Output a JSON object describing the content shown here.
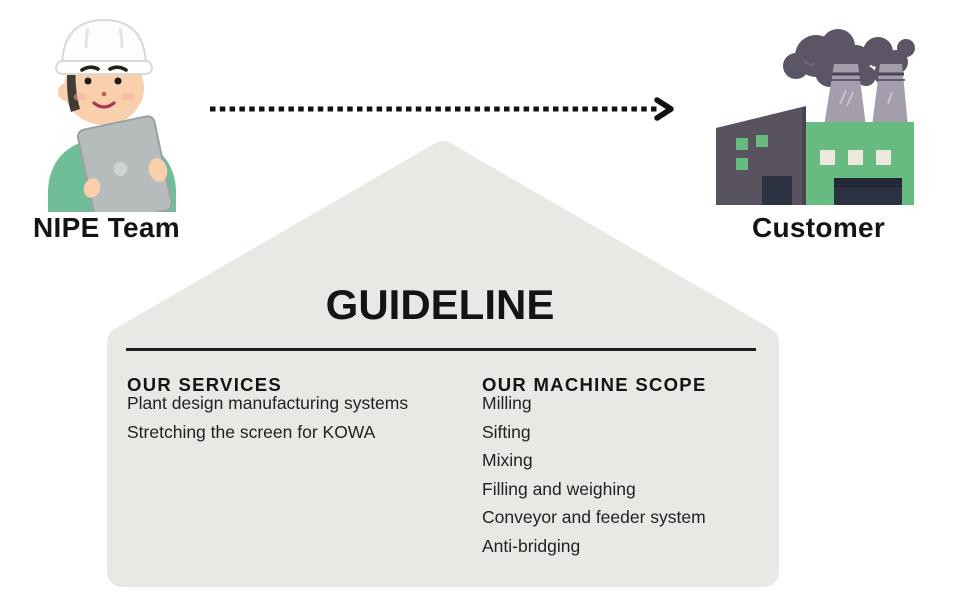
{
  "diagram": {
    "left_actor": {
      "label": "NIPE Team",
      "illustration": "worker-with-tablet"
    },
    "right_actor": {
      "label": "Customer",
      "illustration": "factory"
    },
    "arrow": {
      "direction": "left-to-right",
      "style": "dotted"
    }
  },
  "guideline": {
    "title": "GUIDELINE",
    "services": {
      "heading": "OUR SERVICES",
      "items": [
        "Plant design manufacturing systems",
        "Stretching the screen for KOWA"
      ]
    },
    "machine_scope": {
      "heading": "OUR MACHINE SCOPE",
      "items": [
        "Milling",
        "Sifting",
        "Mixing",
        "Filling and weighing",
        "Conveyor and feeder system",
        "Anti-bridging"
      ]
    }
  },
  "colors": {
    "background": "#ffffff",
    "panel_bg": "#e9e8e5",
    "text": "#141414",
    "worker_green": "#6fbe97",
    "skin": "#f9cfae",
    "factory_green": "#67bb80",
    "factory_dark": "#59525f",
    "chimney_gray": "#a49eac",
    "smoke_gray": "#5c5565",
    "arrow": "#111111"
  }
}
